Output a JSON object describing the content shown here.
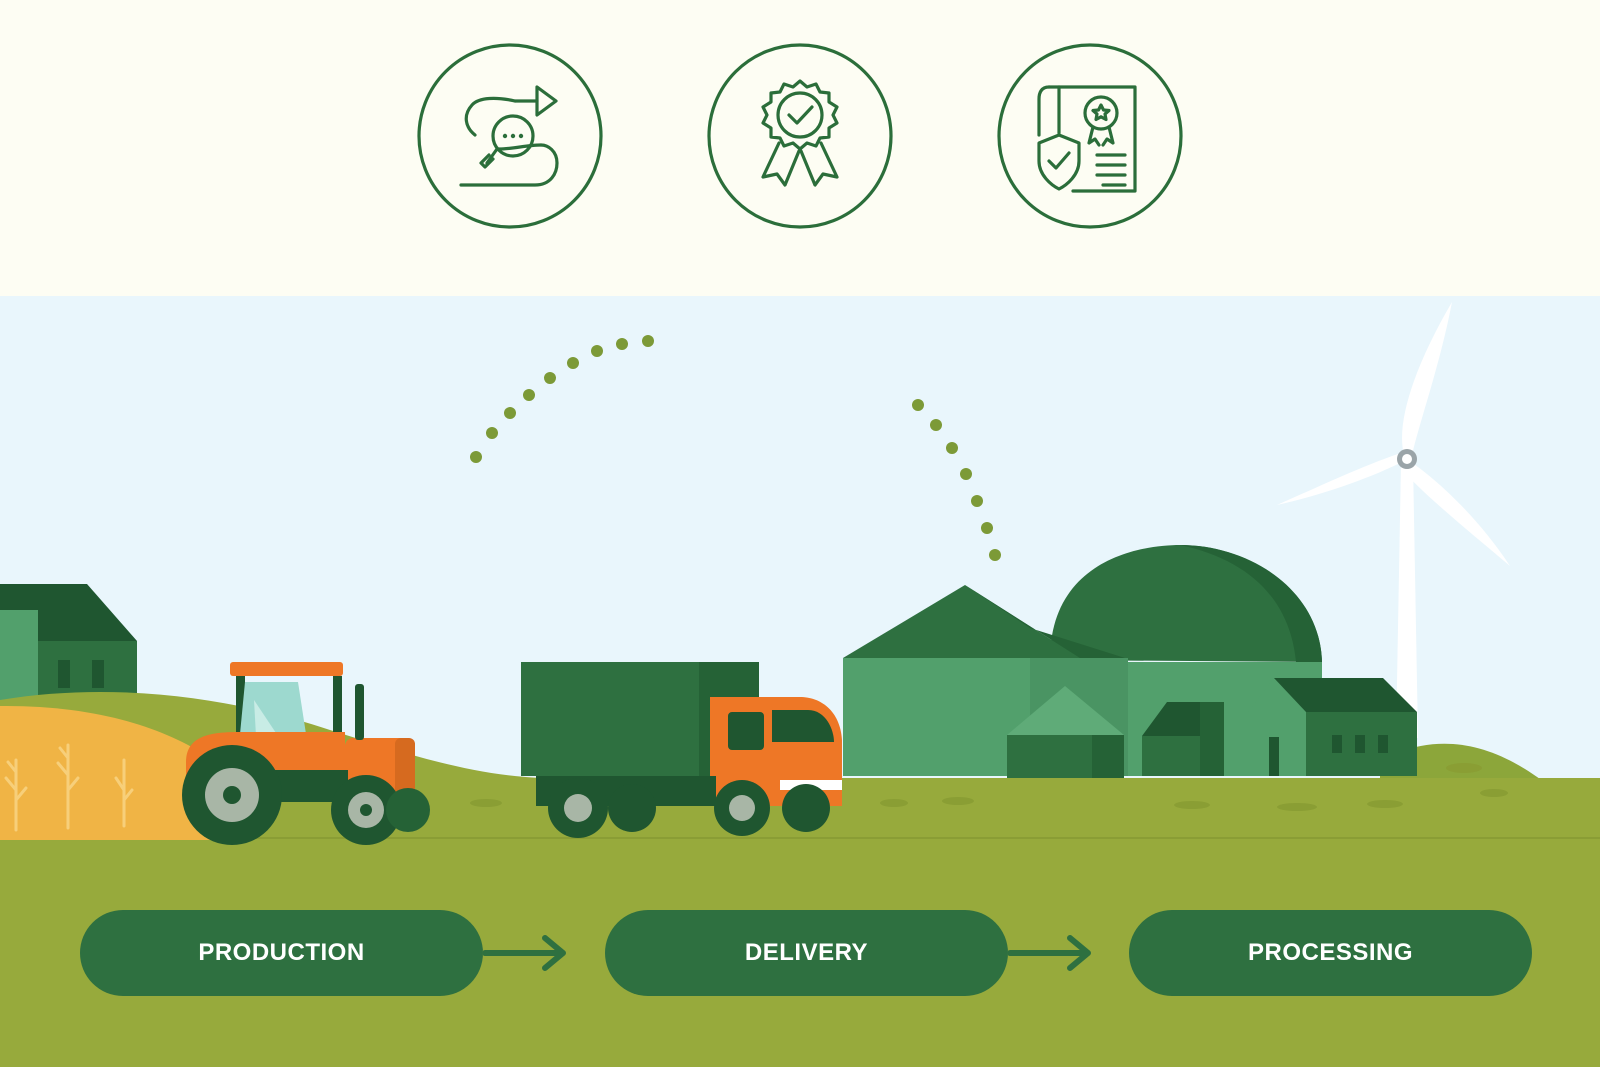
{
  "steps": [
    {
      "label": "PRODUCTION"
    },
    {
      "label": "DELIVERY"
    },
    {
      "label": "PROCESSING"
    }
  ],
  "icons": [
    {
      "name": "consultation-journey-icon"
    },
    {
      "name": "quality-award-icon"
    },
    {
      "name": "certificate-shield-icon"
    }
  ],
  "colors": {
    "background_top": "#fdfdf3",
    "sky": "#e9f6fc",
    "ground": "#97aa3c",
    "hill": "#8ca63a",
    "wheat": "#f0b445",
    "brand_green": "#2e7040",
    "dark_green": "#1f5630",
    "light_green": "#52a06c",
    "orange": "#ee7726",
    "dots": "#7c9a37",
    "icon_stroke": "#2b6e3a",
    "step_text": "#ffffff"
  }
}
